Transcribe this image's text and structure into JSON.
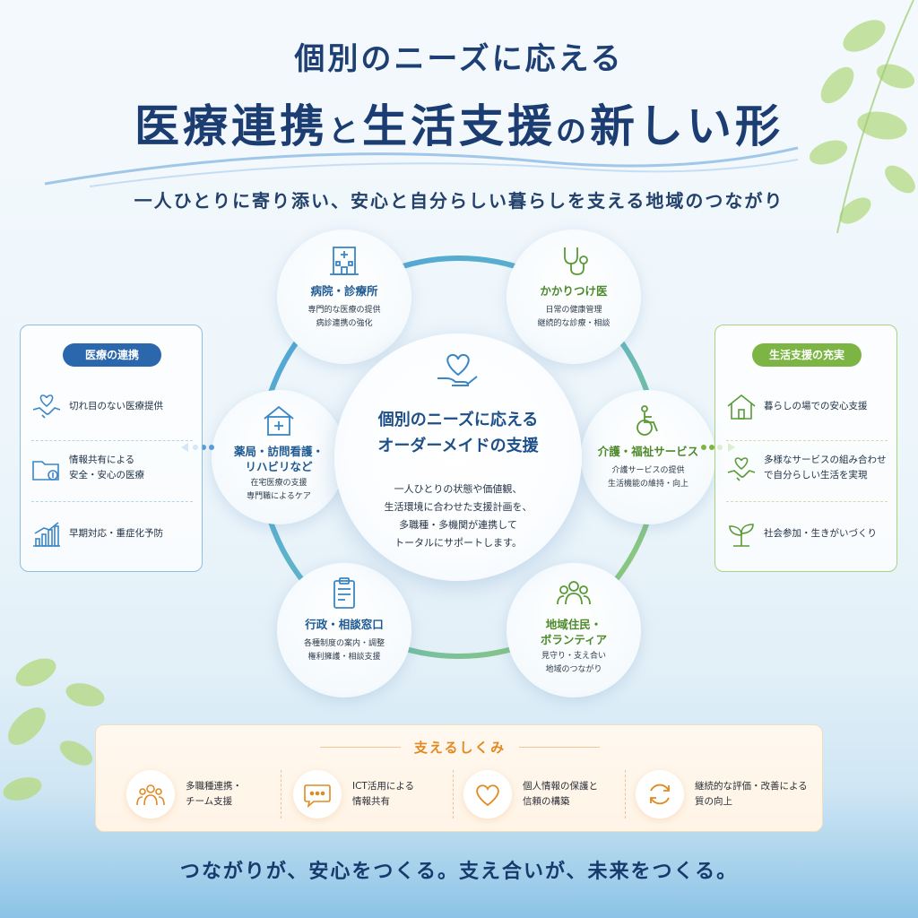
{
  "header": {
    "title_line1": "個別のニーズに応える",
    "title_part1": "医療連携",
    "title_part2": "と",
    "title_part3": "生活支援",
    "title_part4": "の",
    "title_part5": "新しい形",
    "subtitle": "一人ひとりに寄り添い、安心と自分らしい暮らしを支える地域のつながり"
  },
  "center": {
    "icon": "heart-hands-icon",
    "title_line1": "個別のニーズに応える",
    "title_line2": "オーダーメイドの支援",
    "desc": [
      "一人ひとりの状態や価値観、",
      "生活環境に合わせた支援計画を、",
      "多職種・多機関が連携して",
      "トータルにサポートします。"
    ]
  },
  "nodes": {
    "hospital": {
      "icon": "hospital-icon",
      "title": "病院・診療所",
      "desc": [
        "専門的な医療の提供",
        "病診連携の強化"
      ]
    },
    "doctor": {
      "icon": "stethoscope-icon",
      "title": "かかりつけ医",
      "desc": [
        "日常の健康管理",
        "継続的な診療・相談"
      ]
    },
    "pharmacy": {
      "icon": "medical-house-icon",
      "title_line1": "薬局・訪問看護・",
      "title_line2": "リハビリなど",
      "desc": [
        "在宅医療の支援",
        "専門職によるケア"
      ]
    },
    "care": {
      "icon": "wheelchair-icon",
      "title": "介護・福祉サービス",
      "desc": [
        "介護サービスの提供",
        "生活機能の維持・向上"
      ]
    },
    "admin": {
      "icon": "clipboard-icon",
      "title": "行政・相談窓口",
      "desc": [
        "各種制度の案内・調整",
        "権利擁護・相談支援"
      ]
    },
    "community": {
      "icon": "people-group-icon",
      "title_line1": "地域住民・",
      "title_line2": "ボランティア",
      "desc": [
        "見守り・支え合い",
        "地域のつながり"
      ]
    }
  },
  "left_panel": {
    "title": "医療の連携",
    "items": [
      {
        "icon": "handshake-heart-icon",
        "lines": [
          "切れ目のない医療提供"
        ]
      },
      {
        "icon": "folder-icon",
        "lines": [
          "情報共有による",
          "安全・安心の医療"
        ]
      },
      {
        "icon": "bar-chart-icon",
        "lines": [
          "早期対応・重症化予防"
        ]
      }
    ]
  },
  "right_panel": {
    "title": "生活支援の充実",
    "items": [
      {
        "icon": "house-icon",
        "lines": [
          "暮らしの場での安心支援"
        ]
      },
      {
        "icon": "handshake-heart-icon",
        "lines": [
          "多様なサービスの組み合わせ",
          "で自分らしい生活を実現"
        ]
      },
      {
        "icon": "sprout-icon",
        "lines": [
          "社会参加・生きがいづくり"
        ]
      }
    ]
  },
  "support": {
    "title": "支えるしくみ",
    "items": [
      {
        "icon": "team-icon",
        "lines": [
          "多職種連携・",
          "チーム支援"
        ]
      },
      {
        "icon": "chat-bubble-icon",
        "lines": [
          "ICT活用による",
          "情報共有"
        ]
      },
      {
        "icon": "heart-icon",
        "lines": [
          "個人情報の保護と",
          "信頼の構築"
        ]
      },
      {
        "icon": "cycle-icon",
        "lines": [
          "継続的な評価・改善による",
          "質の向上"
        ]
      }
    ]
  },
  "footer": "つながりが、安心をつくる。支え合いが、未来をつくる。",
  "colors": {
    "navy": "#1d3f73",
    "blue": "#2a67ad",
    "green": "#7cb544",
    "orange": "#e08a22"
  }
}
